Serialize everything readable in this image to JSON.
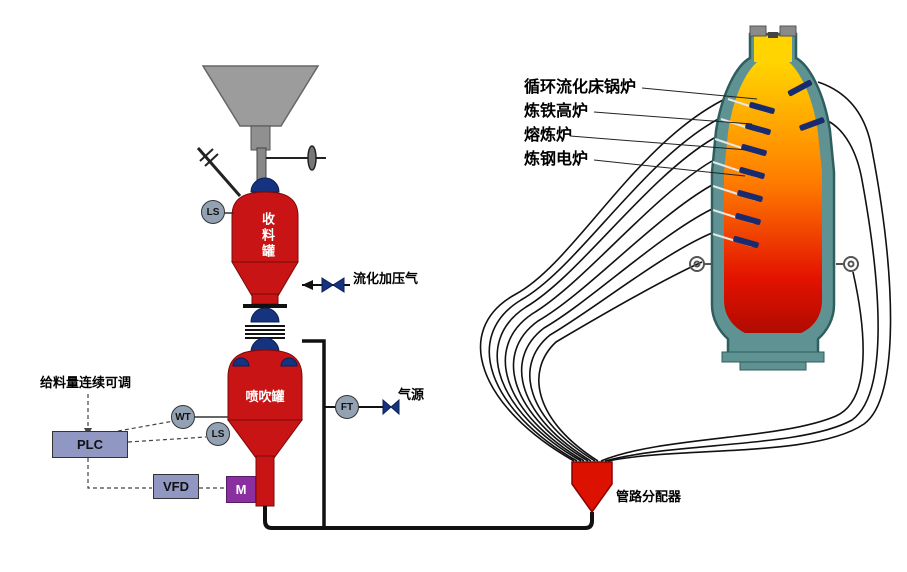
{
  "colors": {
    "tank_red": "#c81414",
    "valve_navy": "#16337f",
    "funnel_gray": "#9c9c9c",
    "shell_teal": "#5f9393",
    "shell_dark": "#2e5e5e",
    "melt_yellow": "#ffd400",
    "melt_orange": "#ff7a00",
    "melt_red": "#e31200",
    "box_blue": "#8f97c2",
    "motor_purple": "#8b2fa0",
    "distributor_red": "#dd1100",
    "instrument_gray": "#93a2b2",
    "lance_navy": "#1a2a6e"
  },
  "tanks": {
    "receiving": "收料罐",
    "injection": "喷吹罐"
  },
  "lines": {
    "fluidizing_gas": "流化加压气",
    "gas_source": "气源",
    "feed_note": "给料量连续可调",
    "distributor": "管路分配器"
  },
  "instruments": {
    "level_top": "LS",
    "level_bottom": "LS",
    "weight": "WT",
    "flow": "FT"
  },
  "devices": {
    "plc": "PLC",
    "vfd": "VFD",
    "motor": "M"
  },
  "furnace": {
    "types": [
      "循环流化床锅炉",
      "炼铁高炉",
      "熔炼炉",
      "炼钢电炉"
    ]
  }
}
